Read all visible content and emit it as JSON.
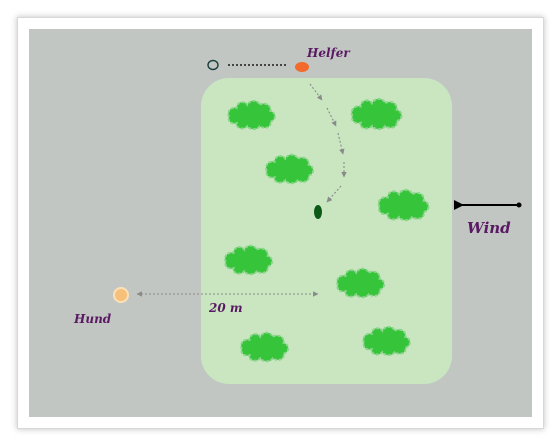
{
  "labels": {
    "helper": "Helfer",
    "dog": "Hund",
    "wind": "Wind",
    "distance": "20 m"
  },
  "colors": {
    "background": "#c1c6c3",
    "field": "#c9e6c1",
    "bush": "#35c43a",
    "bush_outline": "#8dd58d",
    "helper": "#f26a2c",
    "dog": "#f7c07a",
    "hidden_item": "#0c5a18",
    "label": "#5a1a63",
    "path": "#8a8a8a",
    "wind_arrow": "#000000"
  },
  "icons": {
    "start_marker": "circle-outline-icon",
    "helper": "orange-oval-icon",
    "dog": "sun-dot-icon",
    "hidden_item": "dark-green-oval-icon",
    "wind": "left-arrow-icon",
    "bush": "bush-icon"
  }
}
